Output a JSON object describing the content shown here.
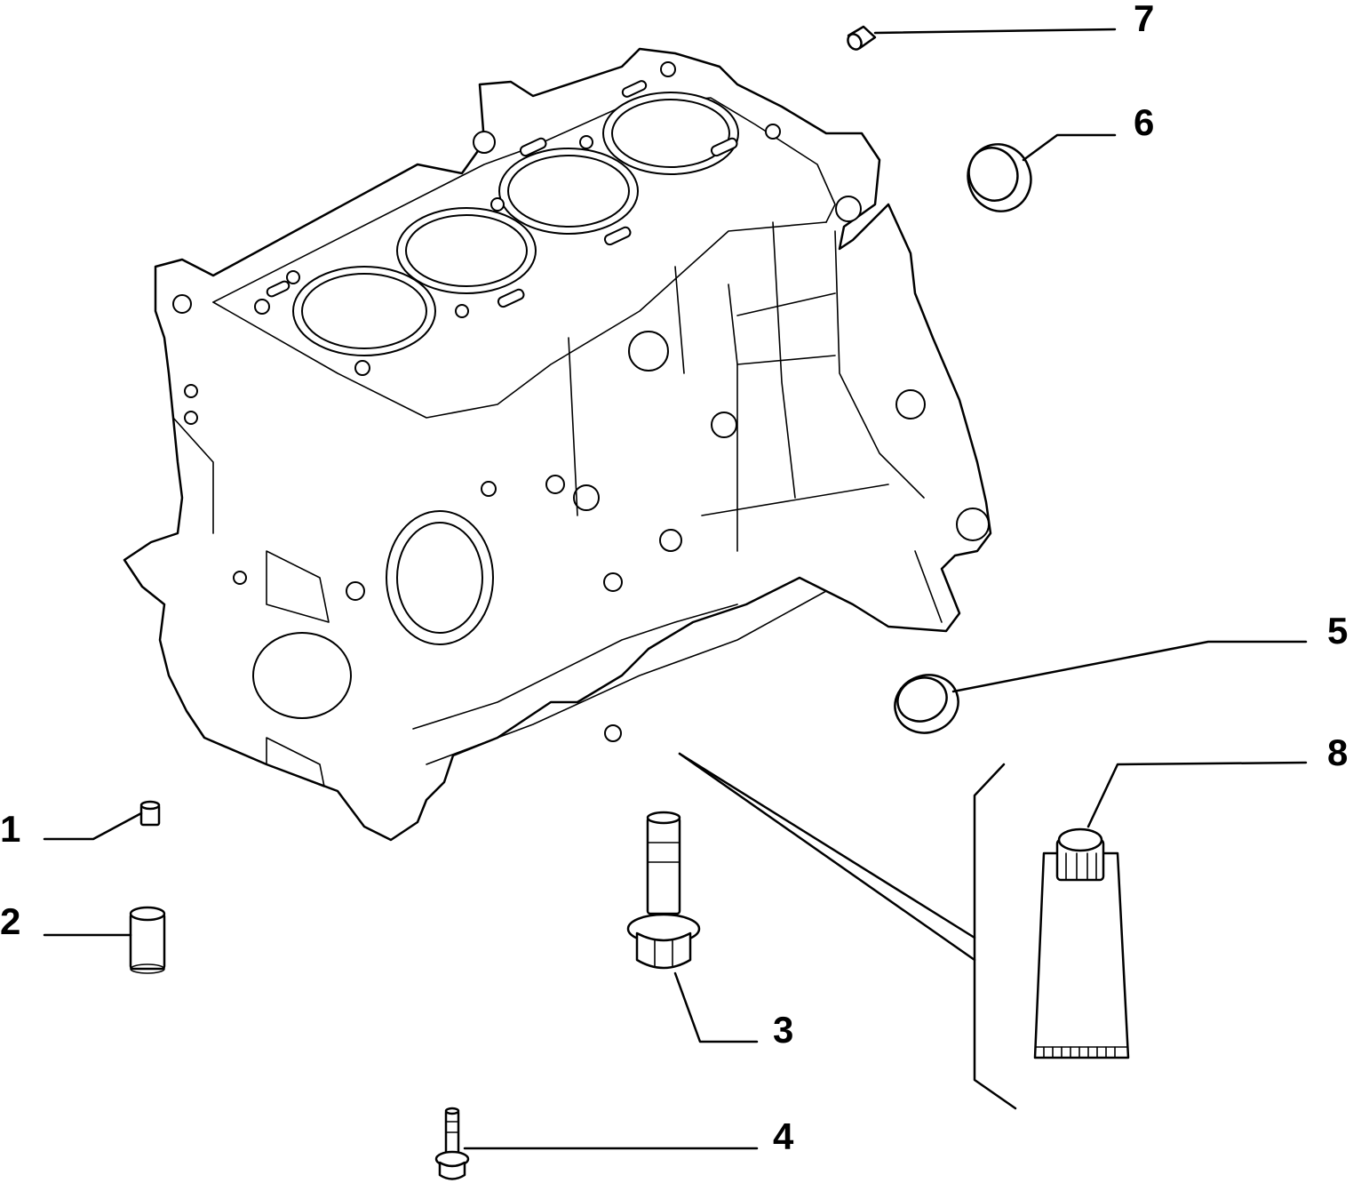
{
  "diagram": {
    "callouts": [
      {
        "id": "1",
        "label": "1"
      },
      {
        "id": "2",
        "label": "2"
      },
      {
        "id": "3",
        "label": "3"
      },
      {
        "id": "4",
        "label": "4"
      },
      {
        "id": "5",
        "label": "5"
      },
      {
        "id": "6",
        "label": "6"
      },
      {
        "id": "7",
        "label": "7"
      },
      {
        "id": "8",
        "label": "8"
      }
    ],
    "parts": {
      "1": "dowel-pin",
      "2": "bushing-sleeve",
      "3": "flanged-bolt",
      "4": "small-flanged-bolt",
      "5": "cup-plug-large",
      "6": "cup-plug-medium",
      "7": "small-plug",
      "8": "sealant-tube"
    },
    "colors": {
      "line": "#000000",
      "background": "#ffffff"
    }
  }
}
